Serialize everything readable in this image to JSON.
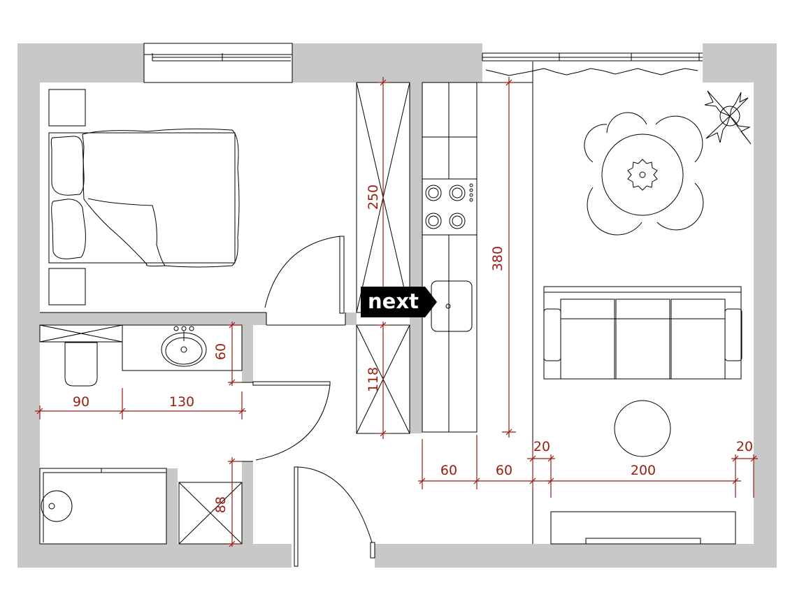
{
  "dimensions": {
    "d250": "250",
    "d380": "380",
    "d118": "118",
    "d60_vanity": "60",
    "d90": "90",
    "d130": "130",
    "d88": "88",
    "d60_left": "60",
    "d60_right": "60",
    "d20_left": "20",
    "d20_right": "20",
    "d200": "200"
  },
  "nav": {
    "next_label": "next"
  },
  "colors": {
    "wall": "#c8c8c8",
    "dimension": "#9b1b10",
    "line": "#000000",
    "button": "#000000"
  }
}
